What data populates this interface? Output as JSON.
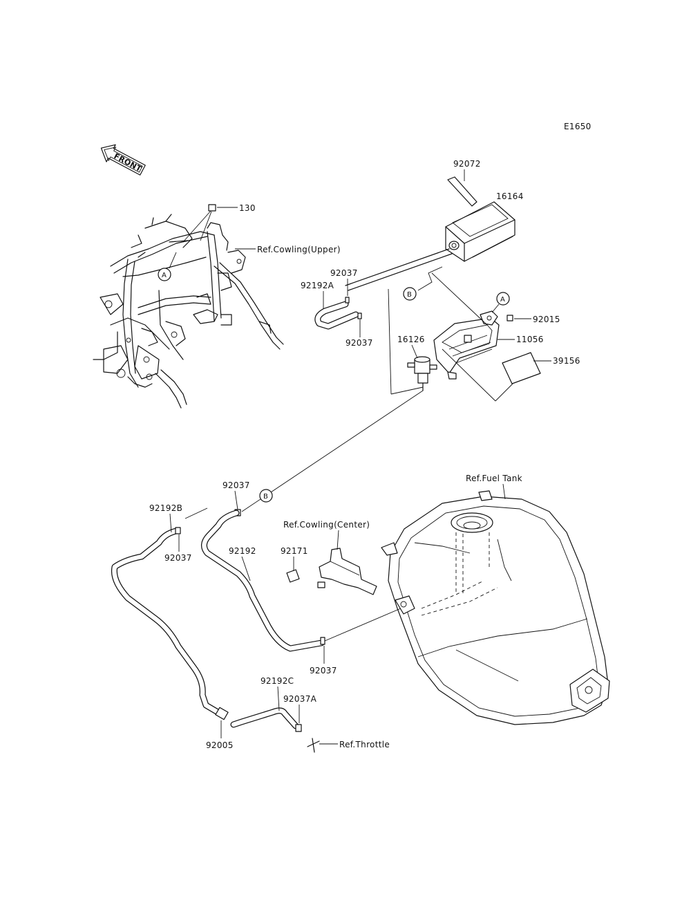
{
  "diagram_code": "E1650",
  "front_label": "FRONT",
  "refs": {
    "cowling_upper": "Ref.Cowling(Upper)",
    "cowling_center": "Ref.Cowling(Center)",
    "fuel_tank": "Ref.Fuel Tank",
    "throttle": "Ref.Throttle"
  },
  "markers": {
    "a": "A",
    "b": "B"
  },
  "parts": {
    "p130": "130",
    "p92072": "92072",
    "p16164": "16164",
    "p92037_top": "92037",
    "p92192A": "92192A",
    "p92037_mid": "92037",
    "p16126": "16126",
    "p92015": "92015",
    "p11056": "11056",
    "p39156": "39156",
    "p92037_b": "92037",
    "p92192B": "92192B",
    "p92037_left": "92037",
    "p92192": "92192",
    "p92171": "92171",
    "p92037_bottom": "92037",
    "p92192C": "92192C",
    "p92037A": "92037A",
    "p92005": "92005"
  }
}
